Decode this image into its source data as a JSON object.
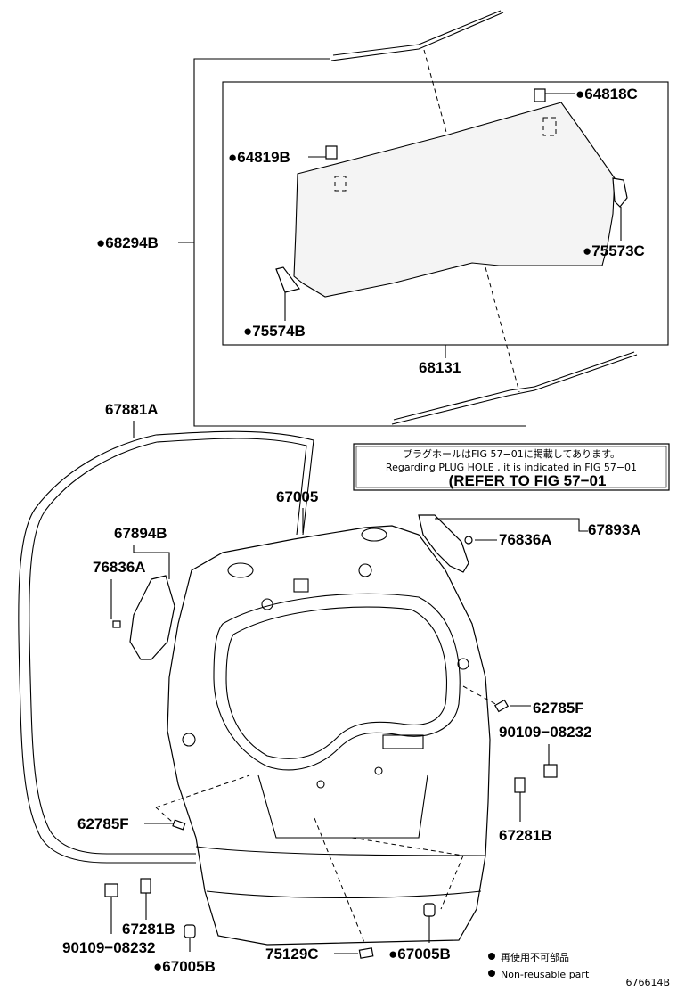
{
  "diagram_id": "676614B",
  "note_box": {
    "line1": "プラグホールはFIG 57−01に掲載してあります。",
    "line2": "Regarding PLUG HOLE , it is indicated in FIG 57−01",
    "line3": "(REFER TO FIG 57−01"
  },
  "legend": {
    "line1": "再使用不可部品",
    "line2": "Non-reusable part"
  },
  "labels": {
    "p64818C": "64818C",
    "p64819B": "64819B",
    "p68294B": "68294B",
    "p75573C": "75573C",
    "p75574B": "75574B",
    "p68131": "68131",
    "p67881A": "67881A",
    "p67005": "67005",
    "p67894B": "67894B",
    "p76836A_left": "76836A",
    "p76836A_right": "76836A",
    "p67893A": "67893A",
    "p62785F_right": "62785F",
    "p90109_right": "90109−08232",
    "p67281B_right": "67281B",
    "p62785F_left": "62785F",
    "p67281B_left": "67281B",
    "p90109_left": "90109−08232",
    "p67005B_left": "67005B",
    "p75129C": "75129C",
    "p67005B_right": "67005B"
  },
  "non_reusable_marker": "●"
}
